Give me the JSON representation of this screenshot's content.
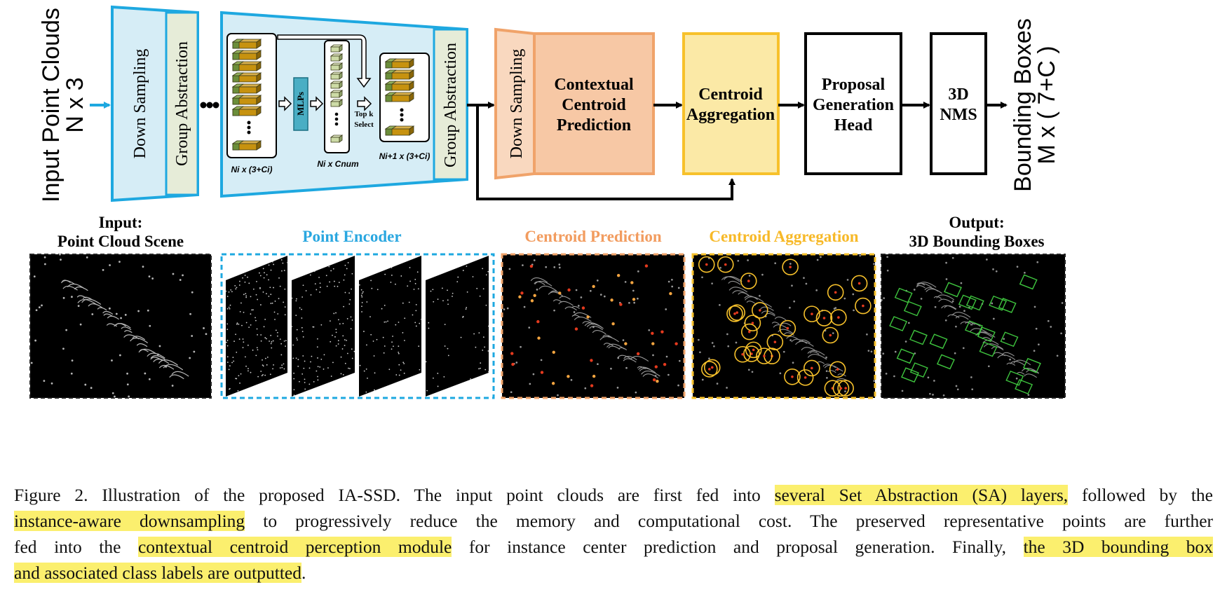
{
  "pipeline": {
    "input_label": [
      "Input Point Clouds",
      "N x 3"
    ],
    "output_label": [
      "Bounding Boxes",
      "M x ( 7+C )"
    ],
    "down_sampling": "Down Sampling",
    "group_abstraction": "Group Abstraction",
    "mlps": "MLPs",
    "topk_label": [
      "Top k",
      "Select"
    ],
    "feat_label_1": "Ni x (3+Ci)",
    "feat_label_2": "Ni x Cnum",
    "feat_label_3": "Ni+1 x (3+Ci)",
    "contextual_centroid": [
      "Contextual",
      "Centroid",
      "Prediction"
    ],
    "centroid_aggregation": [
      "Centroid",
      "Aggregation"
    ],
    "proposal_head": [
      "Proposal",
      "Generation",
      "Head"
    ],
    "nms": [
      "3D",
      "NMS"
    ]
  },
  "panels": {
    "input_title": [
      "Input:",
      "Point Cloud Scene"
    ],
    "encoder_title": "Point Encoder",
    "centroid_pred_title": "Centroid Prediction",
    "centroid_agg_title": "Centroid Aggregation",
    "output_title": [
      "Output:",
      "3D Bounding Boxes"
    ]
  },
  "caption": {
    "line1_a": "Figure 2. Illustration of the proposed IA-SSD. The input point clouds are first fed into ",
    "line1_hl": "several Set Abstraction (SA) layers,",
    "line1_b": " followed by the",
    "line2_hl": "instance-aware downsampling",
    "line2_b": " to progressively reduce the memory and computational cost. The preserved representative points are further",
    "line3_a": "fed into the ",
    "line3_hl": "contextual centroid perception module",
    "line3_b": " for instance center prediction and proposal generation.  Finally, ",
    "line3_hl2": "the 3D bounding box",
    "line4_hl": "and associated class labels are outputted",
    "line4_b": "."
  },
  "colors": {
    "blue_stroke": "#1ea8e0",
    "blue_fill": "#d6edf6",
    "green_fill": "#e6ecd8",
    "orange_stroke": "#f0a36a",
    "orange_fill": "#f7c8a5",
    "yellow_stroke": "#f7c12b",
    "yellow_fill": "#fbe9a6",
    "mlp_fill": "#4aaec4",
    "encoder_title": "#2aa7e0",
    "pred_title": "#f29c5f",
    "agg_title": "#f7b928",
    "highlight": "#fbef6e"
  }
}
